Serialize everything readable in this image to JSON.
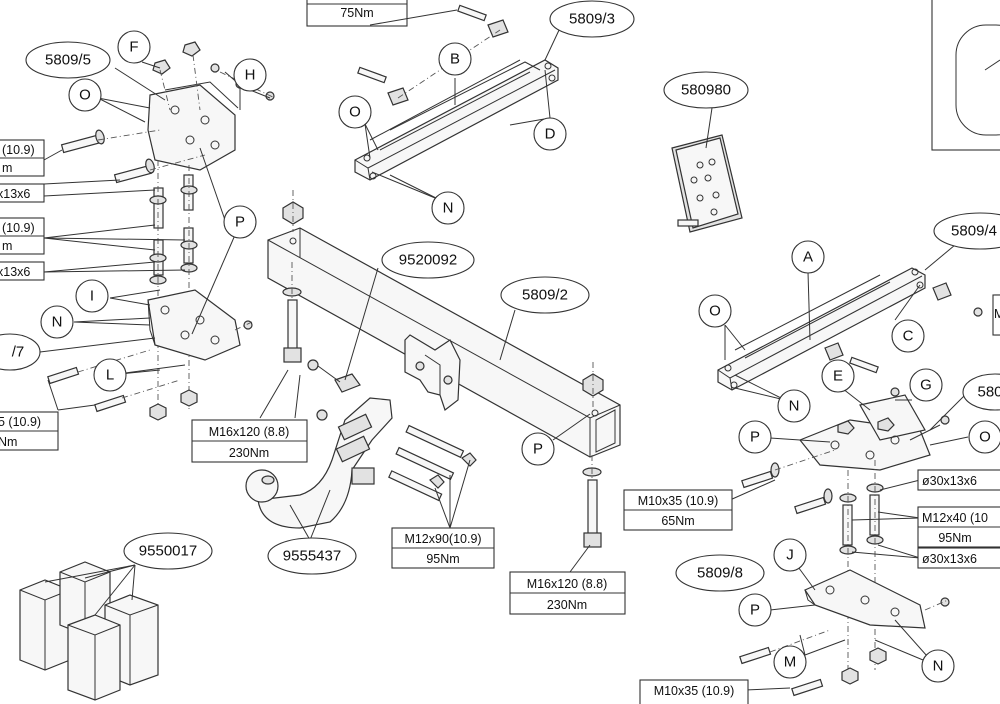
{
  "parts": {
    "p5809_5": "5809/5",
    "p5809_3": "5809/3",
    "p580980": "580980",
    "p5809_4": "5809/4",
    "p9520092": "9520092",
    "p5809_2": "5809/2",
    "p9550017": "9550017",
    "p9555437": "9555437",
    "p5809_8": "5809/8",
    "p580_right": "580",
    "p_7_left": "/7"
  },
  "letters": {
    "F": "F",
    "H": "H",
    "O": "O",
    "B": "B",
    "D": "D",
    "N": "N",
    "P": "P",
    "I": "I",
    "L": "L",
    "A": "A",
    "C": "C",
    "E": "E",
    "G": "G",
    "J": "J",
    "M": "M"
  },
  "specs": {
    "top_torque": "75Nm",
    "left_bolt_partial": "(10.9)",
    "left_nm_partial_1": "m",
    "left_washer_partial_1": "x13x6",
    "left_bolt_partial_2": "(10.9)",
    "left_nm_partial_2": "m",
    "left_washer_partial_2": "x13x6",
    "left_bottom_bolt_partial": "5 (10.9)",
    "left_bottom_nm_partial": "Nm",
    "m16_left_bolt": "M16x120 (8.8)",
    "m16_left_nm": "230Nm",
    "m12_bolt": "M12x90(10.9)",
    "m12_nm": "95Nm",
    "m16_right_bolt": "M16x120 (8.8)",
    "m16_right_nm": "230Nm",
    "m10_mid_bolt": "M10x35 (10.9)",
    "m10_mid_nm": "65Nm",
    "washer_r1": "ø30x13x6",
    "m12x40_bolt": "M12x40 (10",
    "m12x40_nm": "95Nm",
    "washer_r2": "ø30x13x6",
    "m10_bottom_bolt": "M10x35 (10.9)",
    "right_partial_m": "M"
  }
}
